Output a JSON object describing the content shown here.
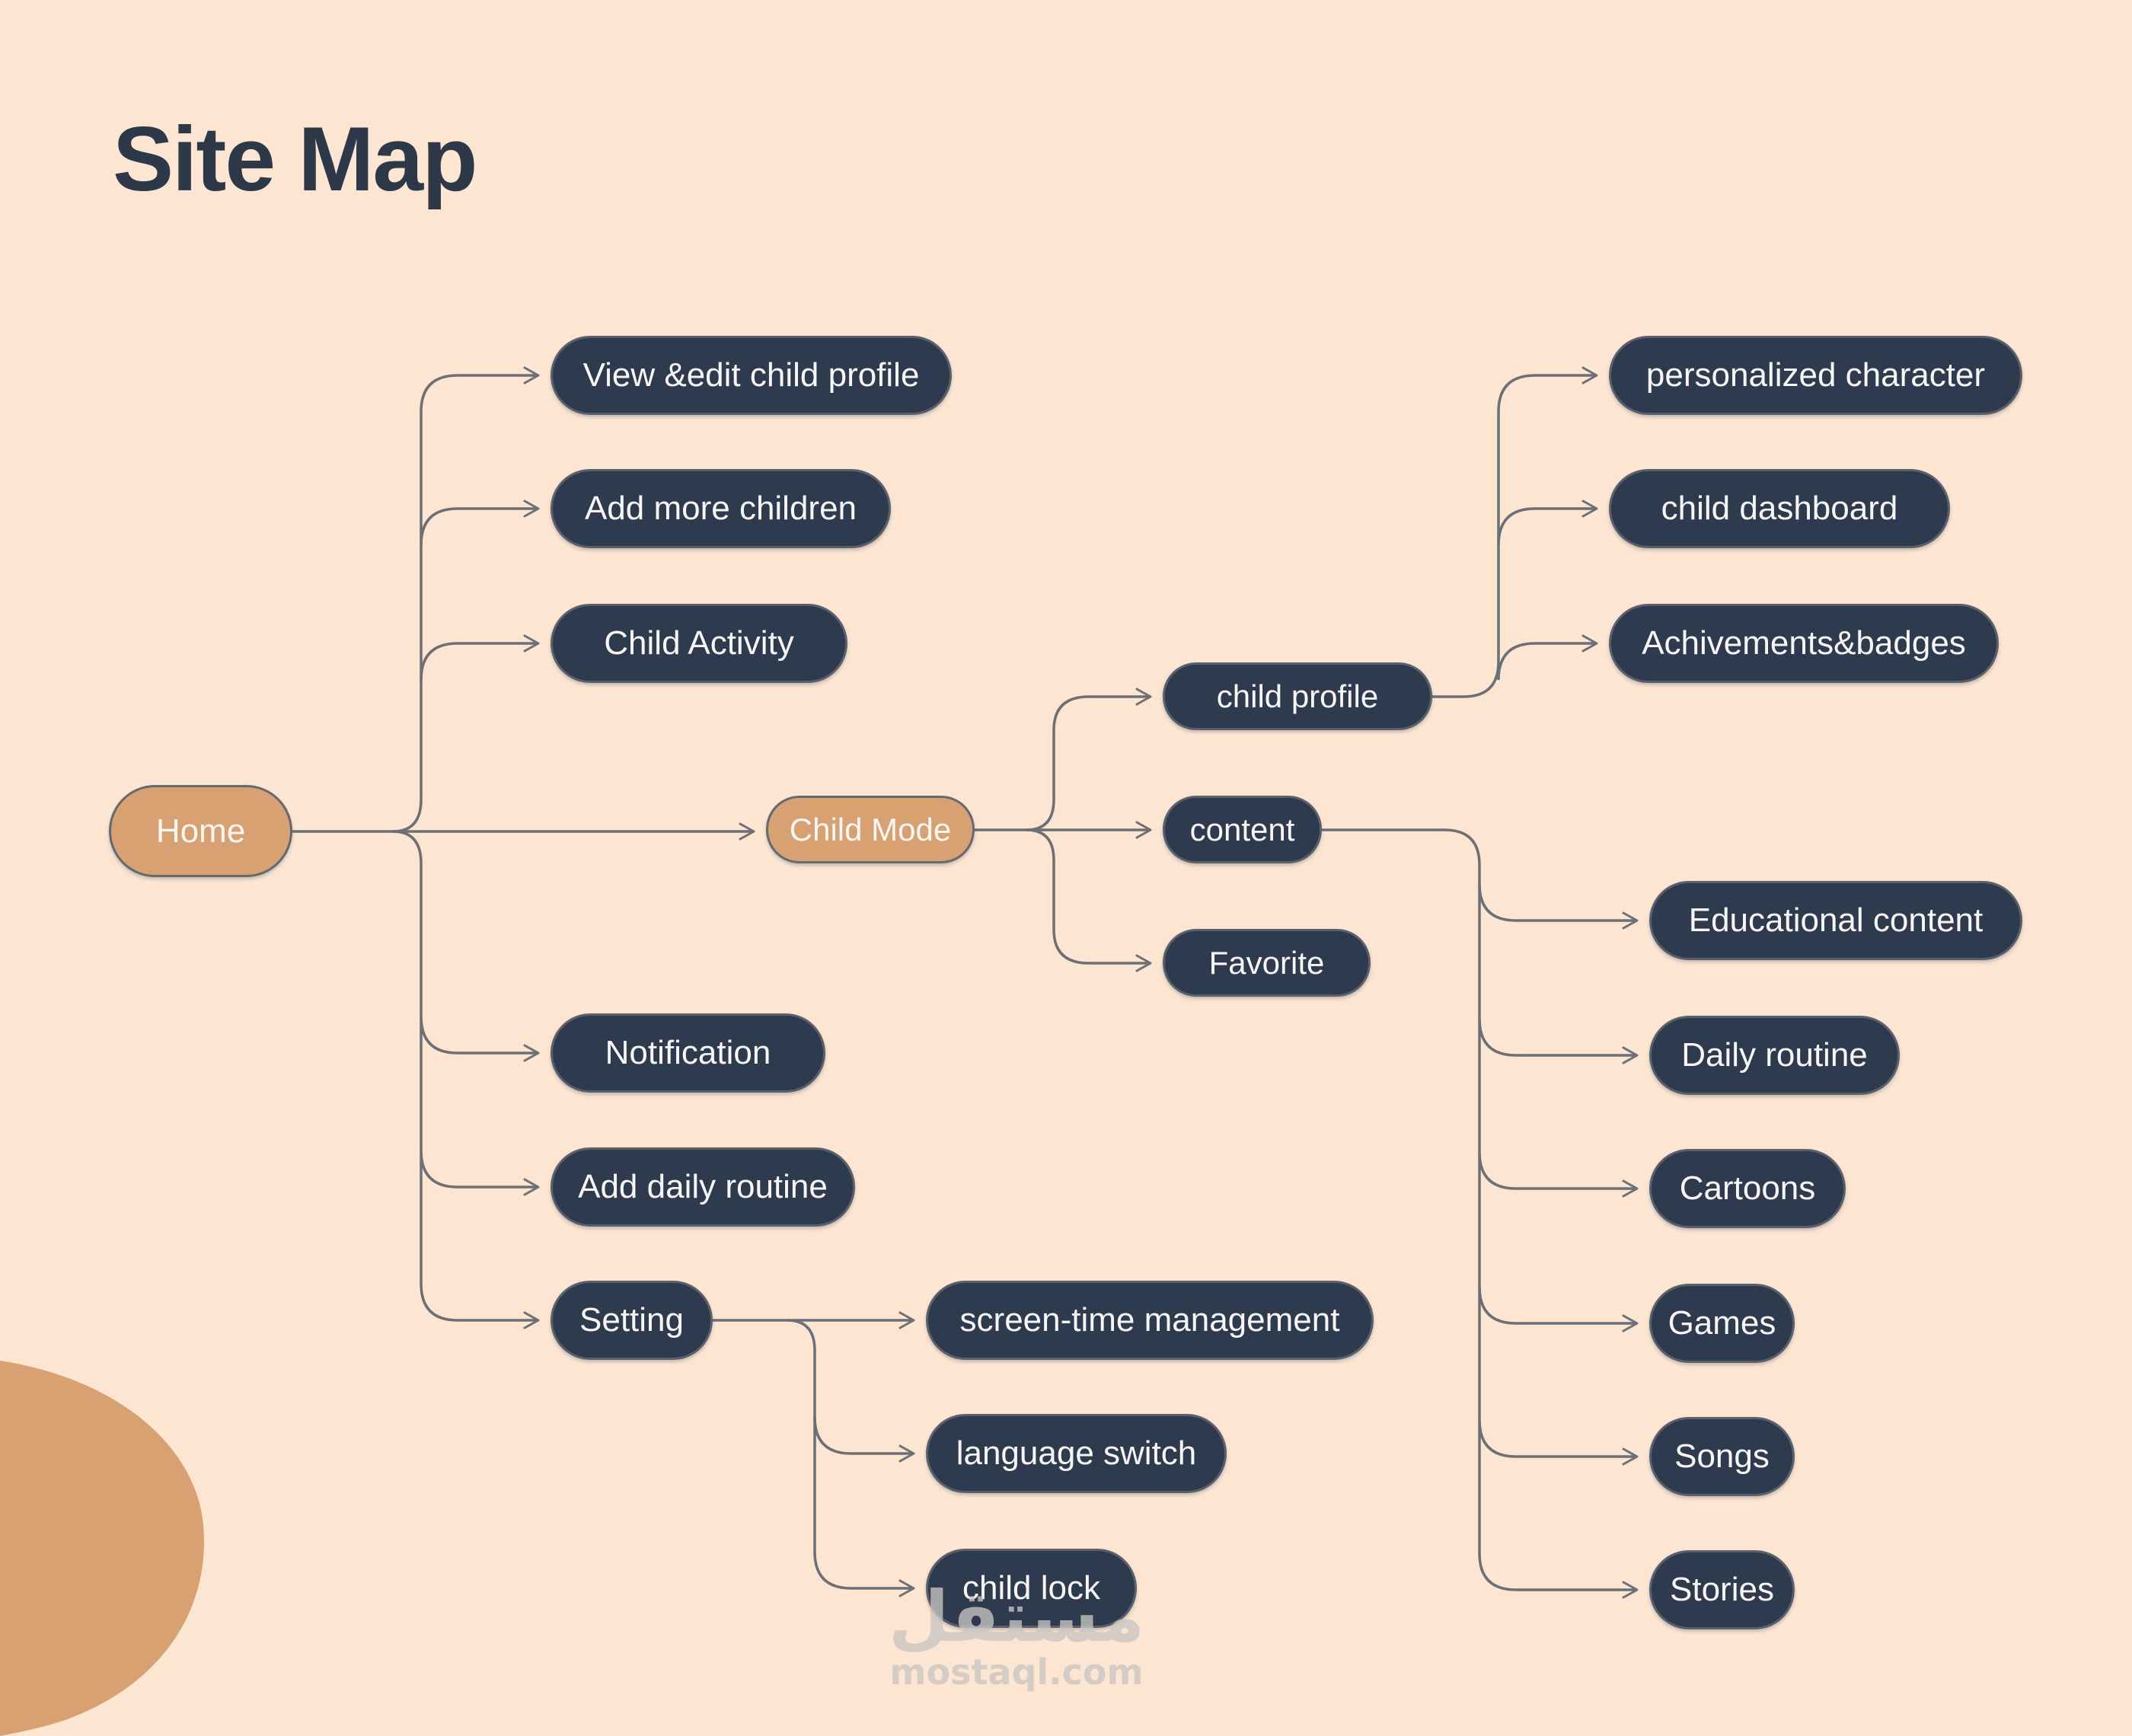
{
  "title": "Site Map",
  "colors": {
    "bg": "#fce6d2",
    "node_dark": "#2e3a4e",
    "node_border": "#5a606b",
    "accent": "#d7a172",
    "accent_border": "#646a72",
    "line": "#6b7077",
    "title": "#2d3849",
    "watermark": "#c9c5c2"
  },
  "nodes": {
    "home": {
      "label": "Home"
    },
    "view_edit_child_profile": {
      "label": "View &edit child profile"
    },
    "add_more_children": {
      "label": "Add more children"
    },
    "child_activity": {
      "label": "Child Activity"
    },
    "notification": {
      "label": "Notification"
    },
    "add_daily_routine": {
      "label": "Add daily routine"
    },
    "setting": {
      "label": "Setting"
    },
    "child_mode": {
      "label": "Child Mode"
    },
    "child_profile": {
      "label": "child profile"
    },
    "content": {
      "label": "content"
    },
    "favorite": {
      "label": "Favorite"
    },
    "personalized_character": {
      "label": "personalized character"
    },
    "child_dashboard": {
      "label": "child dashboard"
    },
    "achievements_badges": {
      "label": "Achivements&badges"
    },
    "educational_content": {
      "label": "Educational content"
    },
    "daily_routine": {
      "label": "Daily routine"
    },
    "cartoons": {
      "label": "Cartoons"
    },
    "games": {
      "label": "Games"
    },
    "songs": {
      "label": "Songs"
    },
    "stories": {
      "label": "Stories"
    },
    "screen_time_management": {
      "label": "screen-time management"
    },
    "language_switch": {
      "label": "language switch"
    },
    "child_lock": {
      "label": "child lock"
    }
  },
  "hierarchy": {
    "root": "Home",
    "tree": {
      "Home": [
        "View &edit child profile",
        "Add more children",
        "Child Activity",
        "Child Mode",
        "Notification",
        "Add daily routine",
        "Setting"
      ],
      "Child Mode": [
        "child profile",
        "content",
        "Favorite"
      ],
      "child profile": [
        "personalized character",
        "child dashboard",
        "Achivements&badges"
      ],
      "content": [
        "Educational content",
        "Daily routine",
        "Cartoons",
        "Games",
        "Songs",
        "Stories"
      ],
      "Setting": [
        "screen-time management",
        "language switch",
        "child lock"
      ]
    }
  },
  "watermark": {
    "arabic": "مستقل",
    "domain": "mostaql.com"
  }
}
